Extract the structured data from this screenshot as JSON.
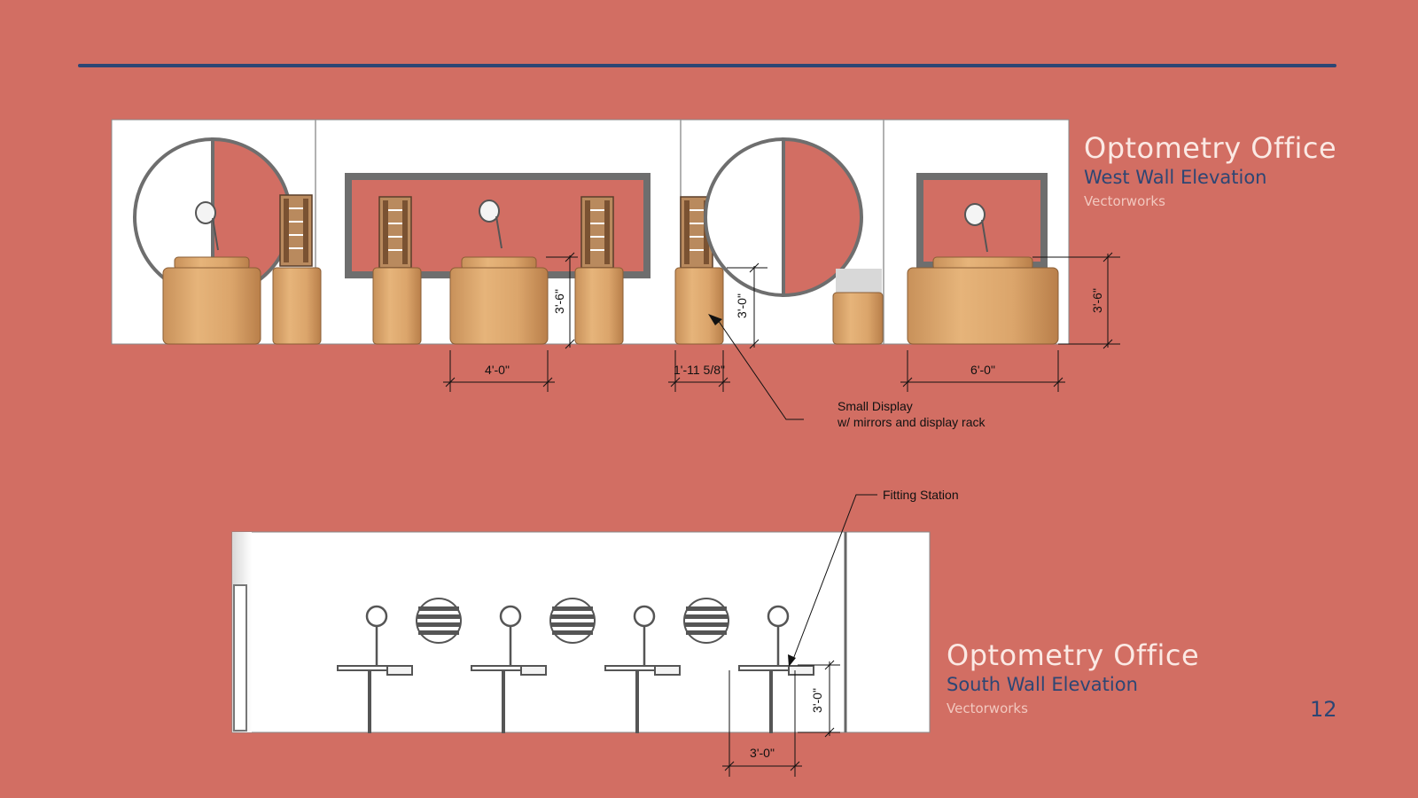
{
  "page_number": "12",
  "west": {
    "title": "Optometry Office",
    "subtitle": "West Wall Elevation",
    "software": "Vectorworks",
    "dims": {
      "d1": "4'-0\"",
      "d2": "1'-11 5/8\"",
      "d3": "6'-0\"",
      "h1": "3'-6\"",
      "h2": "3'-0\"",
      "h3": "3'-6\""
    },
    "callout_line1": "Small Display",
    "callout_line2": "w/ mirrors and display rack"
  },
  "south": {
    "title": "Optometry Office",
    "subtitle": "South Wall Elevation",
    "software": "Vectorworks",
    "dims": {
      "w": "3'-0\"",
      "h": "3'-0\""
    },
    "callout": "Fitting Station"
  },
  "colors": {
    "background": "#d26e63",
    "accent": "#2d4674",
    "wood": "#d9a66c",
    "frame": "#6e6e6e"
  }
}
